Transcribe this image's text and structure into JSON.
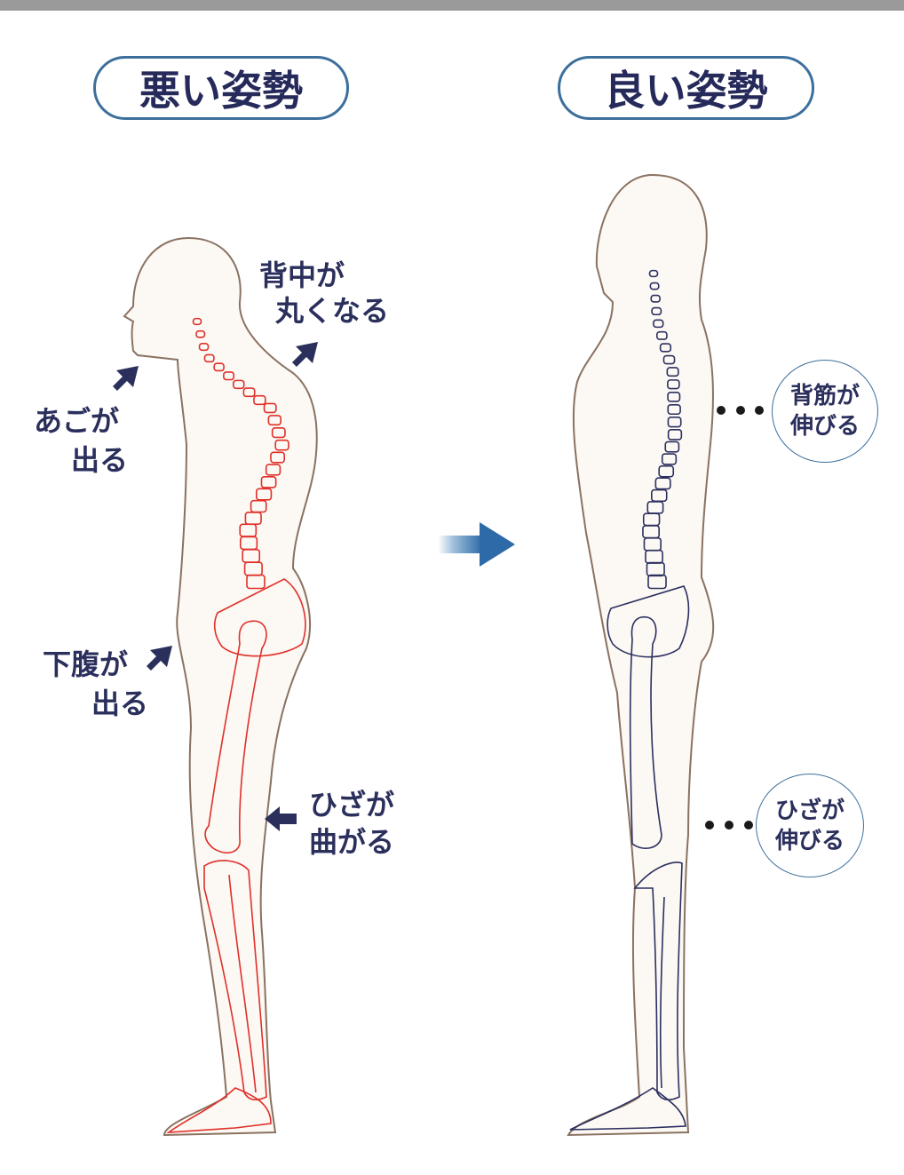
{
  "titles": {
    "bad": "悪い姿勢",
    "good": "良い姿勢"
  },
  "bad_labels": {
    "back_line1": "背中が",
    "back_line2": "丸くなる",
    "chin_line1": "あごが",
    "chin_line2": "出る",
    "belly_line1": "下腹が",
    "belly_line2": "出る",
    "knee_line1": "ひざが",
    "knee_line2": "曲がる"
  },
  "good_labels": {
    "back_line1": "背筋が",
    "back_line2": "伸びる",
    "knee_line1": "ひざが",
    "knee_line2": "伸びる"
  },
  "colors": {
    "bad_skeleton": "#e0302a",
    "good_skeleton": "#2c3060",
    "body_fill": "#fcf8f3",
    "body_outline": "#8a7262",
    "text": "#2b2f5c",
    "accent": "#3d6f9c"
  }
}
